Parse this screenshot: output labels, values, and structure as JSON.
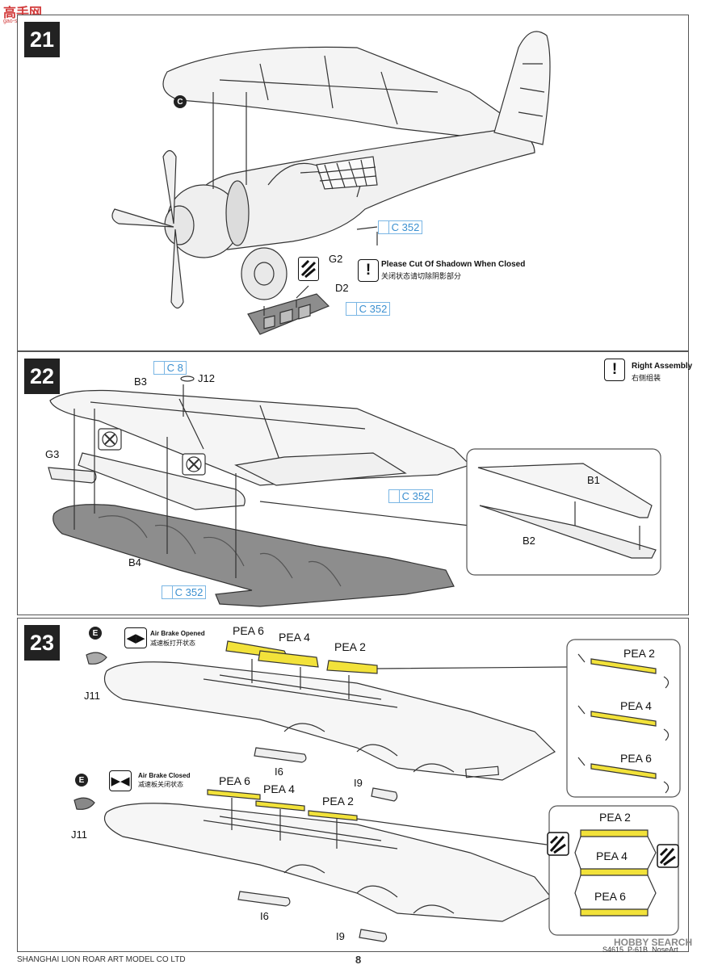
{
  "watermark": {
    "top": "高手网",
    "sub": "gao-shou.com",
    "bottom": "HOBBY SEARCH"
  },
  "step21": {
    "number": "21",
    "circle": "C",
    "parts": {
      "c352a": "C 352",
      "g2": "G2",
      "d2": "D2",
      "c352b": "C 352"
    },
    "note_en": "Please Cut Of Shadown When Closed",
    "note_zh": "关闭状态请切除阴影部分",
    "note_mark": "!"
  },
  "step22": {
    "number": "22",
    "parts": {
      "c8": "C 8",
      "j12": "J12",
      "b3": "B3",
      "g3": "G3",
      "b4": "B4",
      "c352a": "C 352",
      "c352b": "C 352",
      "b1": "B1",
      "b2": "B2"
    },
    "note_en": "Right Assembly",
    "note_zh": "右侧组装",
    "note_mark": "!"
  },
  "step23": {
    "number": "23",
    "circle_top": "E",
    "circle_bottom": "E",
    "opened_en": "Air Brake Opened",
    "opened_zh": "减速板打开状态",
    "closed_en": "Air Brake Closed",
    "closed_zh": "减速板关闭状态",
    "opened_icon": "◀▶",
    "closed_icon": "▶◀",
    "top": {
      "pea6": "PEA 6",
      "pea4": "PEA 4",
      "pea2": "PEA 2",
      "j11": "J11",
      "i6": "I6",
      "i9": "I9"
    },
    "top_inset": {
      "pea2": "PEA 2",
      "pea4": "PEA 4",
      "pea6": "PEA 6"
    },
    "bottom": {
      "pea6": "PEA 6",
      "pea4": "PEA 4",
      "pea2": "PEA 2",
      "j11": "J11",
      "i6": "I6",
      "i9": "I9"
    },
    "bottom_inset": {
      "pea2": "PEA 2",
      "pea4": "PEA 4",
      "pea6": "PEA 6"
    }
  },
  "footer": {
    "company": "SHANGHAI LION ROAR ART MODEL CO LTD",
    "page": "8",
    "code": "S4615",
    "model": "P-61B",
    "brand": "NoseArt"
  },
  "colors": {
    "accent_blue": "#3a8fd0",
    "part_yellow": "#f2e23a",
    "shade_grey": "#8d8d8d"
  }
}
